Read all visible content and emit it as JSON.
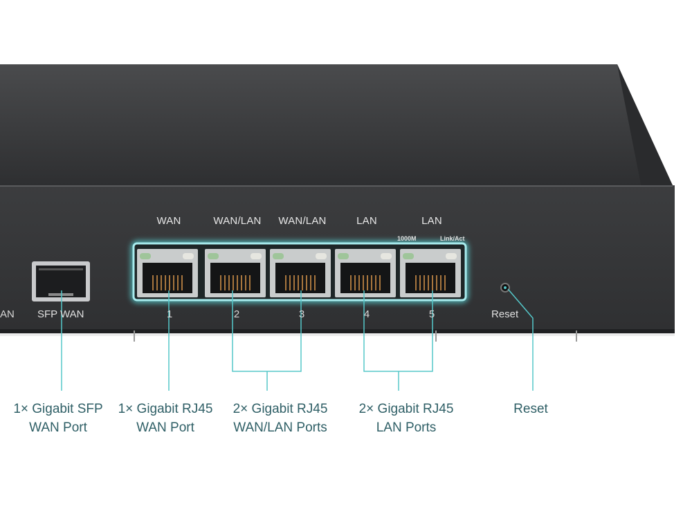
{
  "ports": [
    {
      "top_label": "WAN",
      "number": "1"
    },
    {
      "top_label": "WAN/LAN",
      "number": "2"
    },
    {
      "top_label": "WAN/LAN",
      "number": "3"
    },
    {
      "top_label": "LAN",
      "number": "4"
    },
    {
      "top_label": "LAN",
      "number": "5"
    }
  ],
  "led_labels": {
    "speed": "1000M",
    "link": "Link/Act"
  },
  "sfp_label": "SFP WAN",
  "cut_label": "AN",
  "reset_label": "Reset",
  "callouts": [
    {
      "line1": "1× Gigabit SFP",
      "line2": "WAN Port"
    },
    {
      "line1": "1× Gigabit RJ45",
      "line2": "WAN Port"
    },
    {
      "line1": "2× Gigabit RJ45",
      "line2": "WAN/LAN Ports"
    },
    {
      "line1": "2× Gigabit RJ45",
      "line2": "LAN Ports"
    },
    {
      "line1": "Reset",
      "line2": ""
    }
  ],
  "colors": {
    "accent": "#55c7c9",
    "callout_text": "#2f5f66",
    "chassis": "#3a3b3d"
  }
}
